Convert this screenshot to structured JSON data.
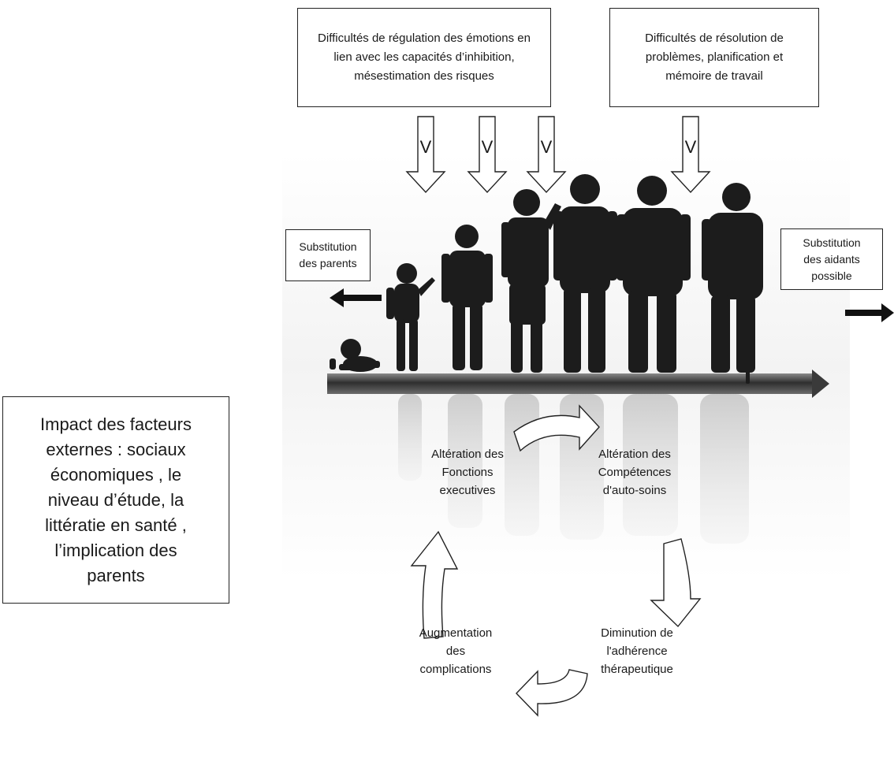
{
  "boxes": {
    "emotions": "Difficultés de régulation des émotions en\nlien avec les capacités d’inhibition,\nmésestimation des risques",
    "problem_solving": "Difficultés de résolution de\nproblèmes, planification et\nmémoire de travail",
    "external_factors": "Impact des facteurs\nexternes : sociaux\néconomiques , le\nniveau d’étude, la\nlittératie en santé ,\nl’implication des\nparents"
  },
  "substitution": {
    "parents": "Substitution\ndes parents",
    "caregivers": "Substitution\ndes aidants\npossible"
  },
  "cycle": {
    "executive": "Altération des\nFonctions\nexecutives",
    "selfcare": "Altération des\nCompétences\nd'auto-soins",
    "adherence": "Diminution de\nl'adhérence\nthérapeutique",
    "complications": "Augmentation\ndes\ncomplications"
  },
  "down_arrow_mark": "V",
  "colors": {
    "silhouette": "#1c1c1c",
    "timeline": "#4a4a4a",
    "reflection": "#d8d8d8",
    "outline": "#222222"
  }
}
